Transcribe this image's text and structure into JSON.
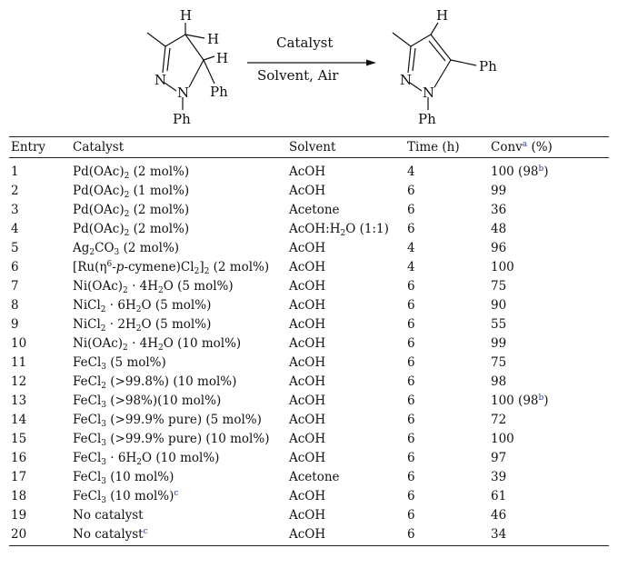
{
  "scheme": {
    "reactant_atoms": {
      "h_top": "H",
      "h_right": "H",
      "h_mid": "H",
      "n1": "N",
      "n2": "N",
      "ph_c5": "Ph",
      "ph_n": "Ph"
    },
    "arrow_top": "Catalyst",
    "arrow_bottom": "Solvent, Air",
    "product_atoms": {
      "h_top": "H",
      "n1": "N",
      "n2": "N",
      "ph_c5": "Ph",
      "ph_n": "Ph"
    }
  },
  "table": {
    "headers": {
      "entry": "Entry",
      "catalyst": "Catalyst",
      "solvent": "Solvent",
      "time": "Time (h)",
      "conv": "Conv",
      "conv_note": "a",
      "conv_unit": " (%)"
    },
    "rows": [
      {
        "entry": "1",
        "catalyst": "Pd(OAc)<sub>2</sub> (2 mol%)",
        "solvent": "AcOH",
        "time": "4",
        "conv": "100 (98<sup class=\"note\">b</sup>)"
      },
      {
        "entry": "2",
        "catalyst": "Pd(OAc)<sub>2</sub> (1 mol%)",
        "solvent": "AcOH",
        "time": "6",
        "conv": "99"
      },
      {
        "entry": "3",
        "catalyst": "Pd(OAc)<sub>2</sub> (2 mol%)",
        "solvent": "Acetone",
        "time": "6",
        "conv": "36"
      },
      {
        "entry": "4",
        "catalyst": "Pd(OAc)<sub>2</sub> (2 mol%)",
        "solvent": "AcOH:H<sub>2</sub>O (1:1)",
        "time": "6",
        "conv": "48"
      },
      {
        "entry": "5",
        "catalyst": "Ag<sub>2</sub>CO<sub>3</sub> (2 mol%)",
        "solvent": "AcOH",
        "time": "4",
        "conv": "96"
      },
      {
        "entry": "6",
        "catalyst": "[Ru(η<sup>6</sup>-<i>p</i>-cymene)Cl<sub>2</sub>]<sub>2</sub> (2 mol%)",
        "solvent": "AcOH",
        "time": "4",
        "conv": "100"
      },
      {
        "entry": "7",
        "catalyst": "Ni(OAc)<sub>2</sub> · 4H<sub>2</sub>O (5 mol%)",
        "solvent": "AcOH",
        "time": "6",
        "conv": "75"
      },
      {
        "entry": "8",
        "catalyst": "NiCl<sub>2</sub> · 6H<sub>2</sub>O (5 mol%)",
        "solvent": "AcOH",
        "time": "6",
        "conv": "90"
      },
      {
        "entry": "9",
        "catalyst": "NiCl<sub>2</sub> · 2H<sub>2</sub>O (5 mol%)",
        "solvent": "AcOH",
        "time": "6",
        "conv": "55"
      },
      {
        "entry": "10",
        "catalyst": "Ni(OAc)<sub>2</sub> · 4H<sub>2</sub>O (10 mol%)",
        "solvent": "AcOH",
        "time": "6",
        "conv": "99"
      },
      {
        "entry": "11",
        "catalyst": "FeCl<sub>3</sub> (5 mol%)",
        "solvent": "AcOH",
        "time": "6",
        "conv": "75"
      },
      {
        "entry": "12",
        "catalyst": "FeCl<sub>2</sub> (&gt;99.8%) (10 mol%)",
        "solvent": "AcOH",
        "time": "6",
        "conv": "98"
      },
      {
        "entry": "13",
        "catalyst": "FeCl<sub>3</sub> (&gt;98%)(10 mol%)",
        "solvent": "AcOH",
        "time": "6",
        "conv": "100 (98<sup class=\"note\">b</sup>)"
      },
      {
        "entry": "14",
        "catalyst": "FeCl<sub>3</sub> (&gt;99.9% pure) (5 mol%)",
        "solvent": "AcOH",
        "time": "6",
        "conv": "72"
      },
      {
        "entry": "15",
        "catalyst": "FeCl<sub>3</sub> (&gt;99.9% pure) (10 mol%)",
        "solvent": "AcOH",
        "time": "6",
        "conv": "100"
      },
      {
        "entry": "16",
        "catalyst": "FeCl<sub>3</sub> · 6H<sub>2</sub>O (10 mol%)",
        "solvent": "AcOH",
        "time": "6",
        "conv": "97"
      },
      {
        "entry": "17",
        "catalyst": "FeCl<sub>3</sub> (10 mol%)",
        "solvent": "Acetone",
        "time": "6",
        "conv": "39"
      },
      {
        "entry": "18",
        "catalyst": "FeCl<sub>3</sub> (10 mol%)<sup class=\"note\">c</sup>",
        "solvent": "AcOH",
        "time": "6",
        "conv": "61"
      },
      {
        "entry": "19",
        "catalyst": "No catalyst",
        "solvent": "AcOH",
        "time": "6",
        "conv": "46"
      },
      {
        "entry": "20",
        "catalyst": "No catalyst<sup class=\"note\">c</sup>",
        "solvent": "AcOH",
        "time": "6",
        "conv": "34"
      }
    ]
  }
}
